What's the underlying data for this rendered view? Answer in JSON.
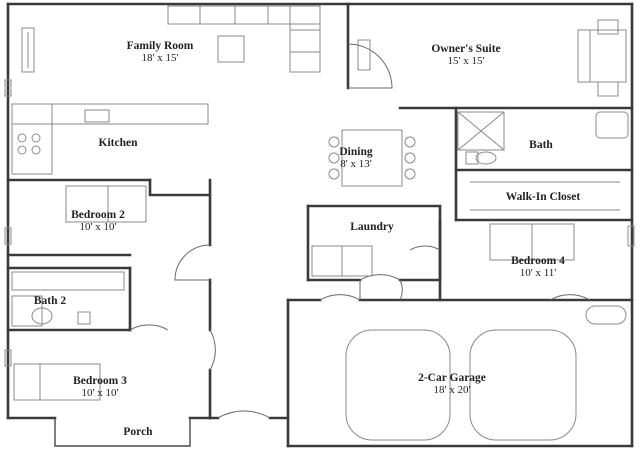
{
  "rooms": {
    "family_room": {
      "name": "Family Room",
      "size": "18' x 15'"
    },
    "owners_suite": {
      "name": "Owner's Suite",
      "size": "15' x 15'"
    },
    "kitchen": {
      "name": "Kitchen"
    },
    "dining": {
      "name": "Dining",
      "size": "8' x 13'"
    },
    "bath": {
      "name": "Bath"
    },
    "walk_in_closet": {
      "name": "Walk-In Closet"
    },
    "bedroom_2": {
      "name": "Bedroom 2",
      "size": "10' x 10'"
    },
    "laundry": {
      "name": "Laundry"
    },
    "bedroom_4": {
      "name": "Bedroom 4",
      "size": "10' x 11'"
    },
    "bath_2": {
      "name": "Bath 2"
    },
    "garage": {
      "name": "2-Car Garage",
      "size": "18' x 20'"
    },
    "bedroom_3": {
      "name": "Bedroom 3",
      "size": "10' x 10'"
    },
    "porch": {
      "name": "Porch"
    }
  }
}
